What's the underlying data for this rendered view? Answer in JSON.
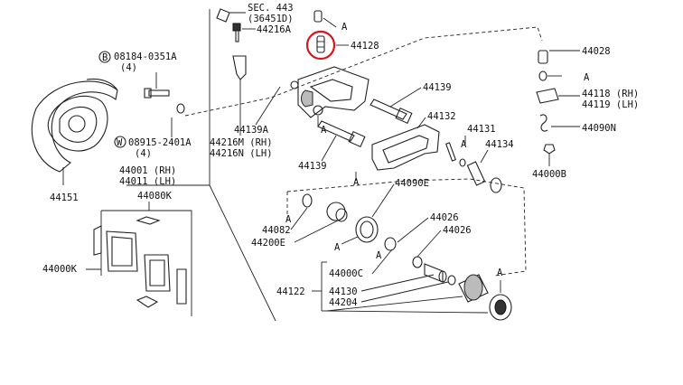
{
  "labels": {
    "sec": "SEC. 443",
    "sec_ref": "(36451D)",
    "p44216A": "44216A",
    "p44128": "44128",
    "p44028": "44028",
    "p44118": "44118 (RH)",
    "p44119": "44119 (LH)",
    "p44090N": "44090N",
    "p44000B": "44000B",
    "bolt_b": "08184-0351A",
    "bolt_b_qty": "(4)",
    "washer_w": "08915-2401A",
    "washer_w_qty": "(4)",
    "p44139A": "44139A",
    "p44216M": "44216M (RH)",
    "p44216N": "44216N (LH)",
    "p44139_top": "44139",
    "p44132": "44132",
    "p44131": "44131",
    "p44134": "44134",
    "p44139_bot": "44139",
    "p44001": "44001 (RH)",
    "p44011": "44011 (LH)",
    "p44080K": "44080K",
    "p44151": "44151",
    "p44000K": "44000K",
    "p44090E": "44090E",
    "p44082": "44082",
    "p44200E": "44200E",
    "p44026a": "44026",
    "p44026b": "44026",
    "p44000C": "44000C",
    "p44122": "44122",
    "p44130": "44130",
    "p44204": "44204",
    "mark_b": "B",
    "mark_w": "W",
    "ref_a": "A"
  },
  "highlight_color": "#d9141c"
}
